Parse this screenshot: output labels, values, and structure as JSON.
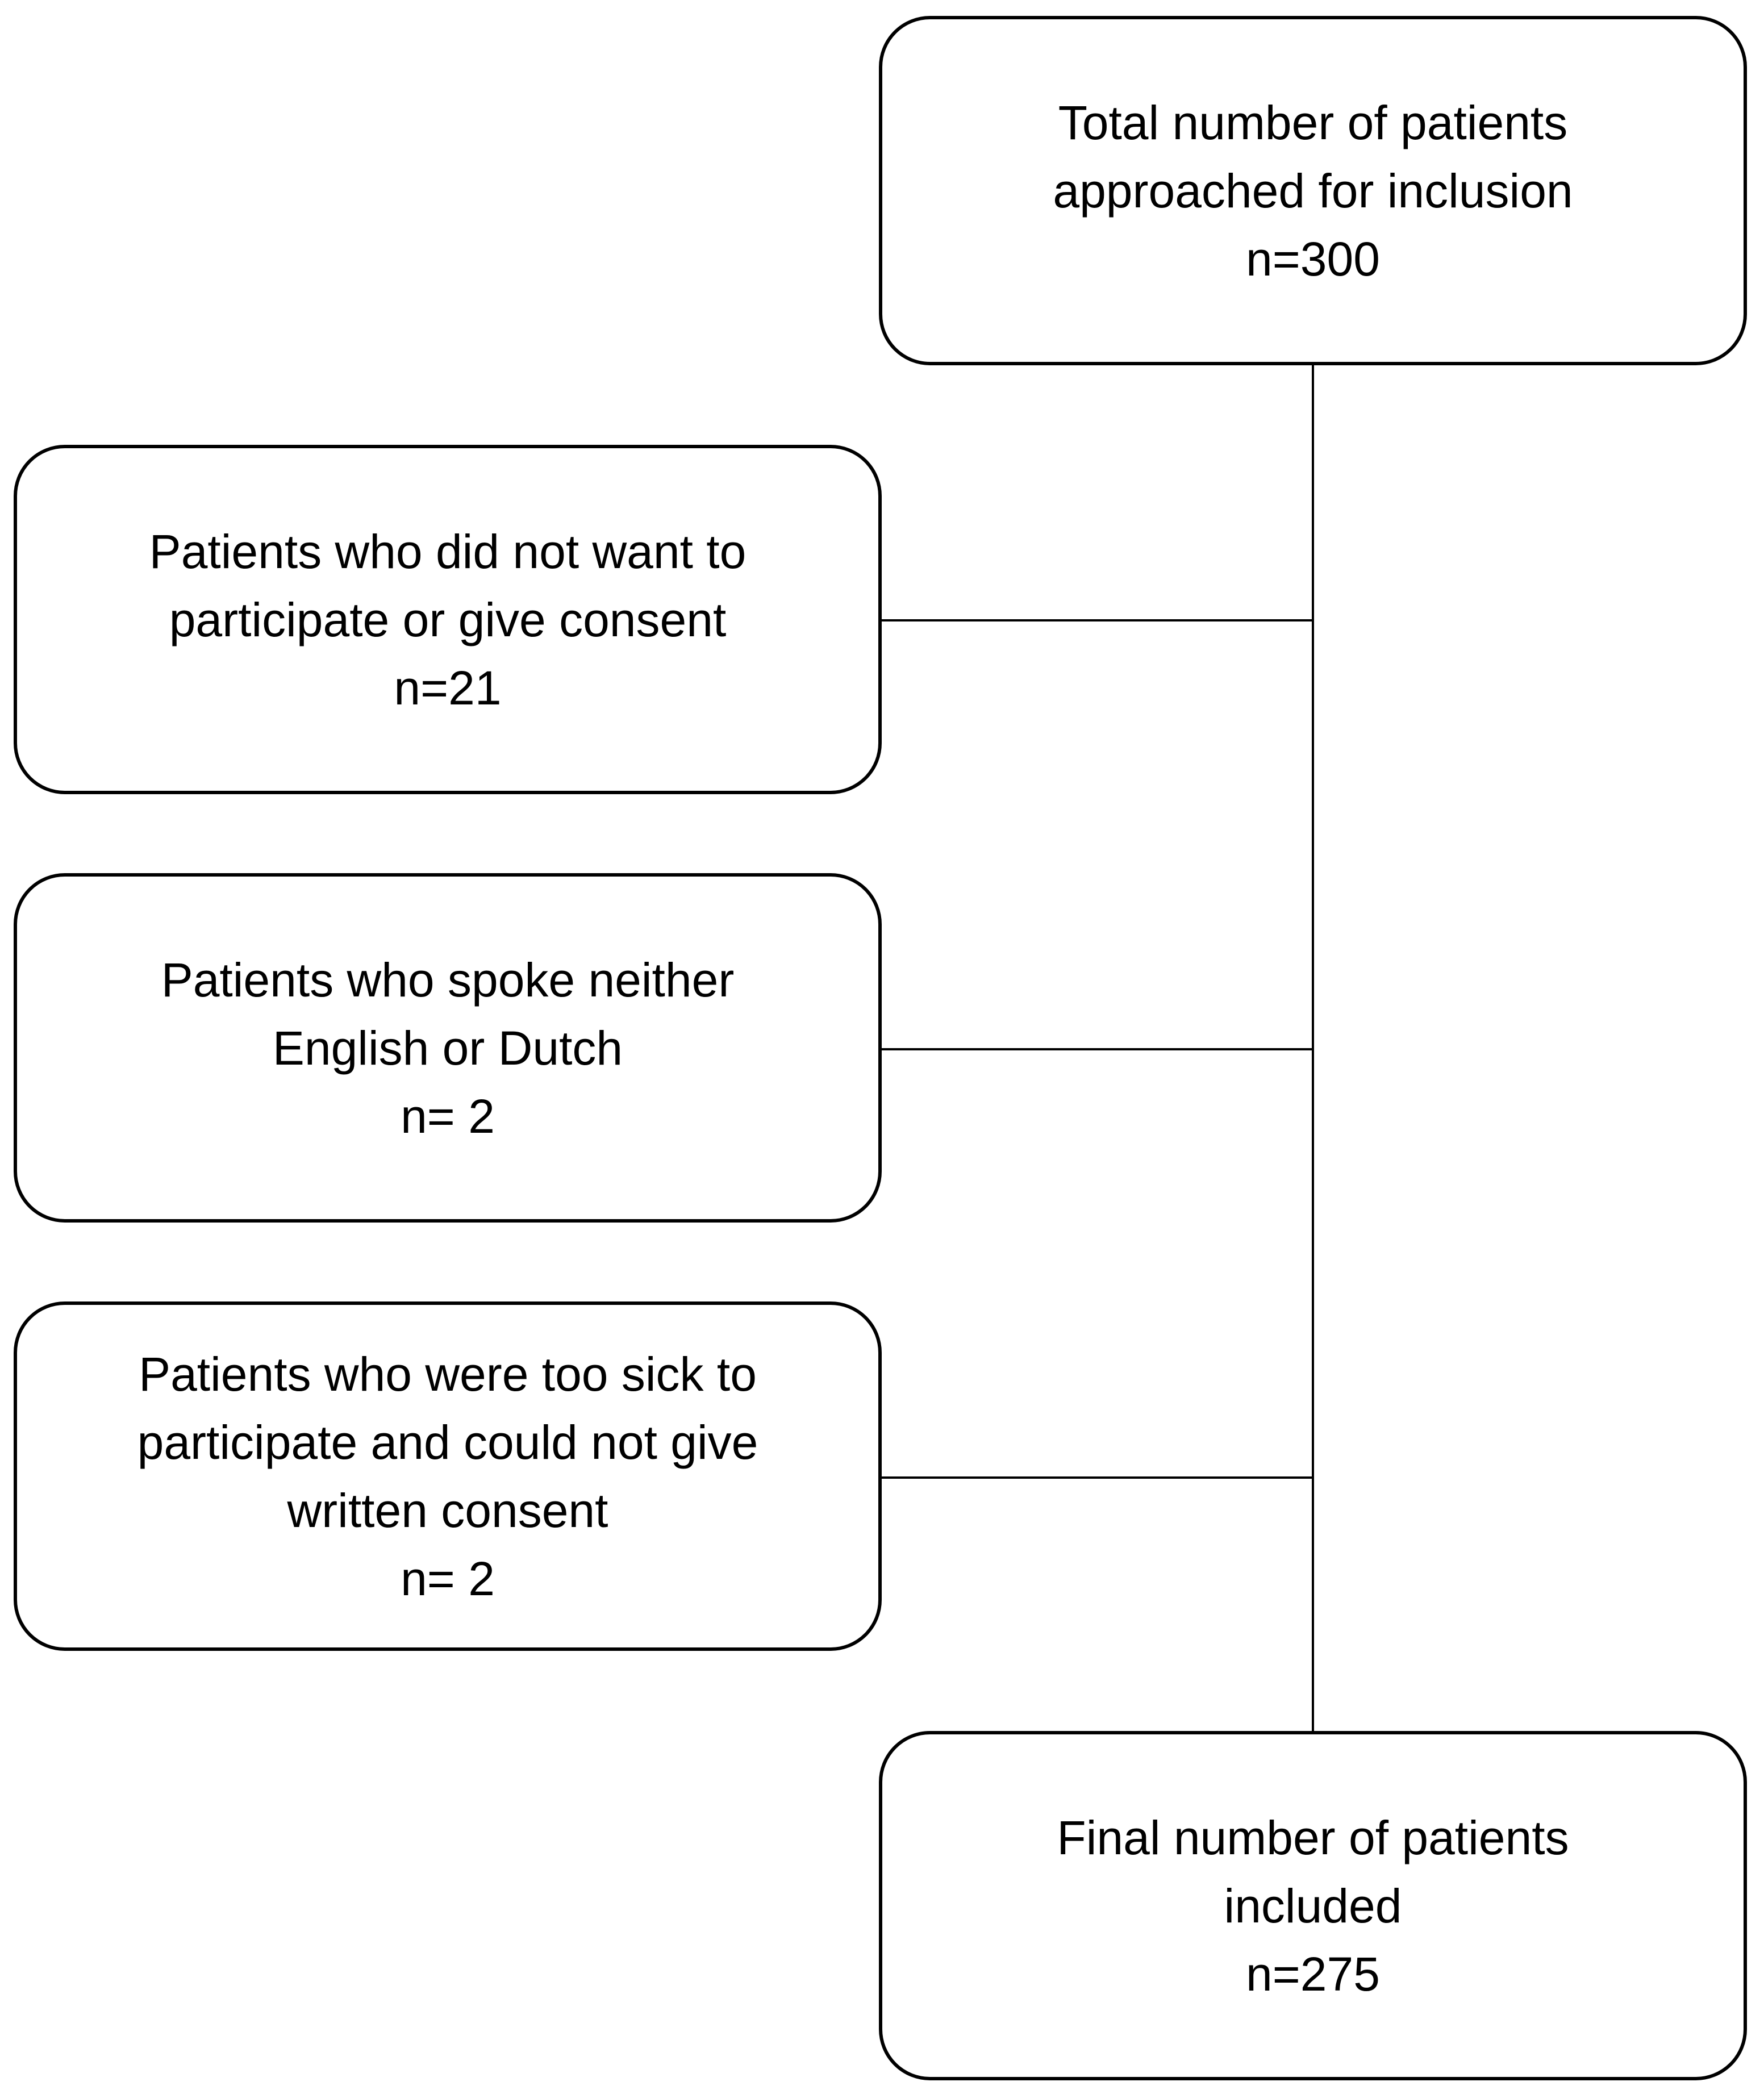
{
  "flowchart": {
    "total": {
      "lines": [
        "Total number of patients",
        "approached for inclusion",
        "n=300"
      ]
    },
    "exclusions": [
      {
        "lines": [
          "Patients who did not want to",
          "participate or give consent",
          "n=21"
        ]
      },
      {
        "lines": [
          "Patients who spoke neither",
          "English or Dutch",
          "n= 2"
        ]
      },
      {
        "lines": [
          "Patients who were too sick to",
          "participate and could not give",
          "written consent",
          "n= 2"
        ]
      }
    ],
    "final": {
      "lines": [
        "Final number of patients",
        "included",
        "n=275"
      ]
    }
  }
}
